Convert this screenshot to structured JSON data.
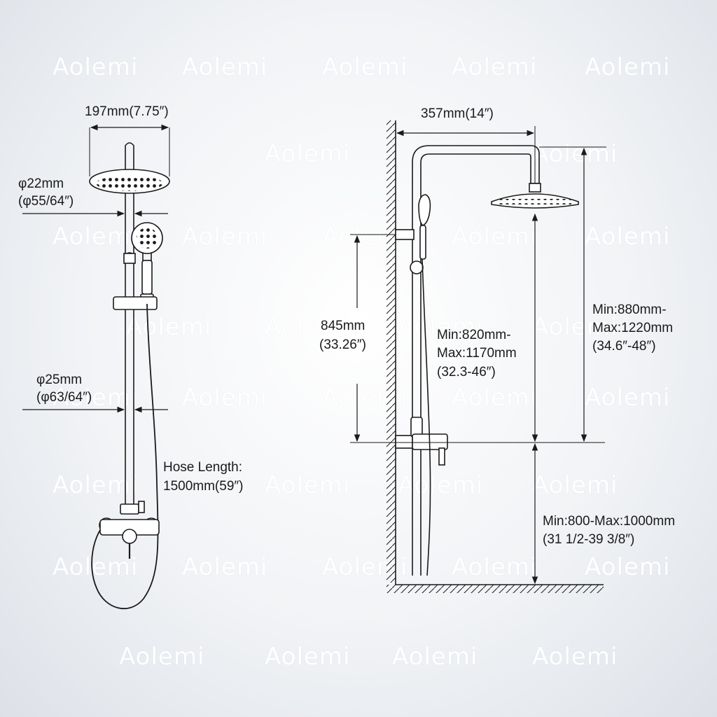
{
  "watermark": "Aolemi",
  "colors": {
    "line": "#1a1a1a",
    "background": "#eef0f3"
  },
  "front_view": {
    "head_width": "197mm(7.75″)",
    "pipe_upper_mm": "φ22mm",
    "pipe_upper_in": "(φ55/64″)",
    "pipe_lower_mm": "φ25mm",
    "pipe_lower_in": "(φ63/64″)",
    "hose_label": "Hose Length:",
    "hose_value": "1500mm(59″)"
  },
  "side_view": {
    "arm_reach": "357mm(14″)",
    "slide_range_mm": "845mm",
    "slide_range_in": "(33.26″)",
    "hand_height_1": "Min:820mm-",
    "hand_height_2": "Max:1170mm",
    "hand_height_3": "(32.3-46″)",
    "head_height_1": "Min:880mm-",
    "head_height_2": "Max:1220mm",
    "head_height_3": "(34.6″-48″)",
    "valve_height_1": "Min:800-Max:1000mm",
    "valve_height_2": "(31 1/2-39 3/8″)"
  }
}
